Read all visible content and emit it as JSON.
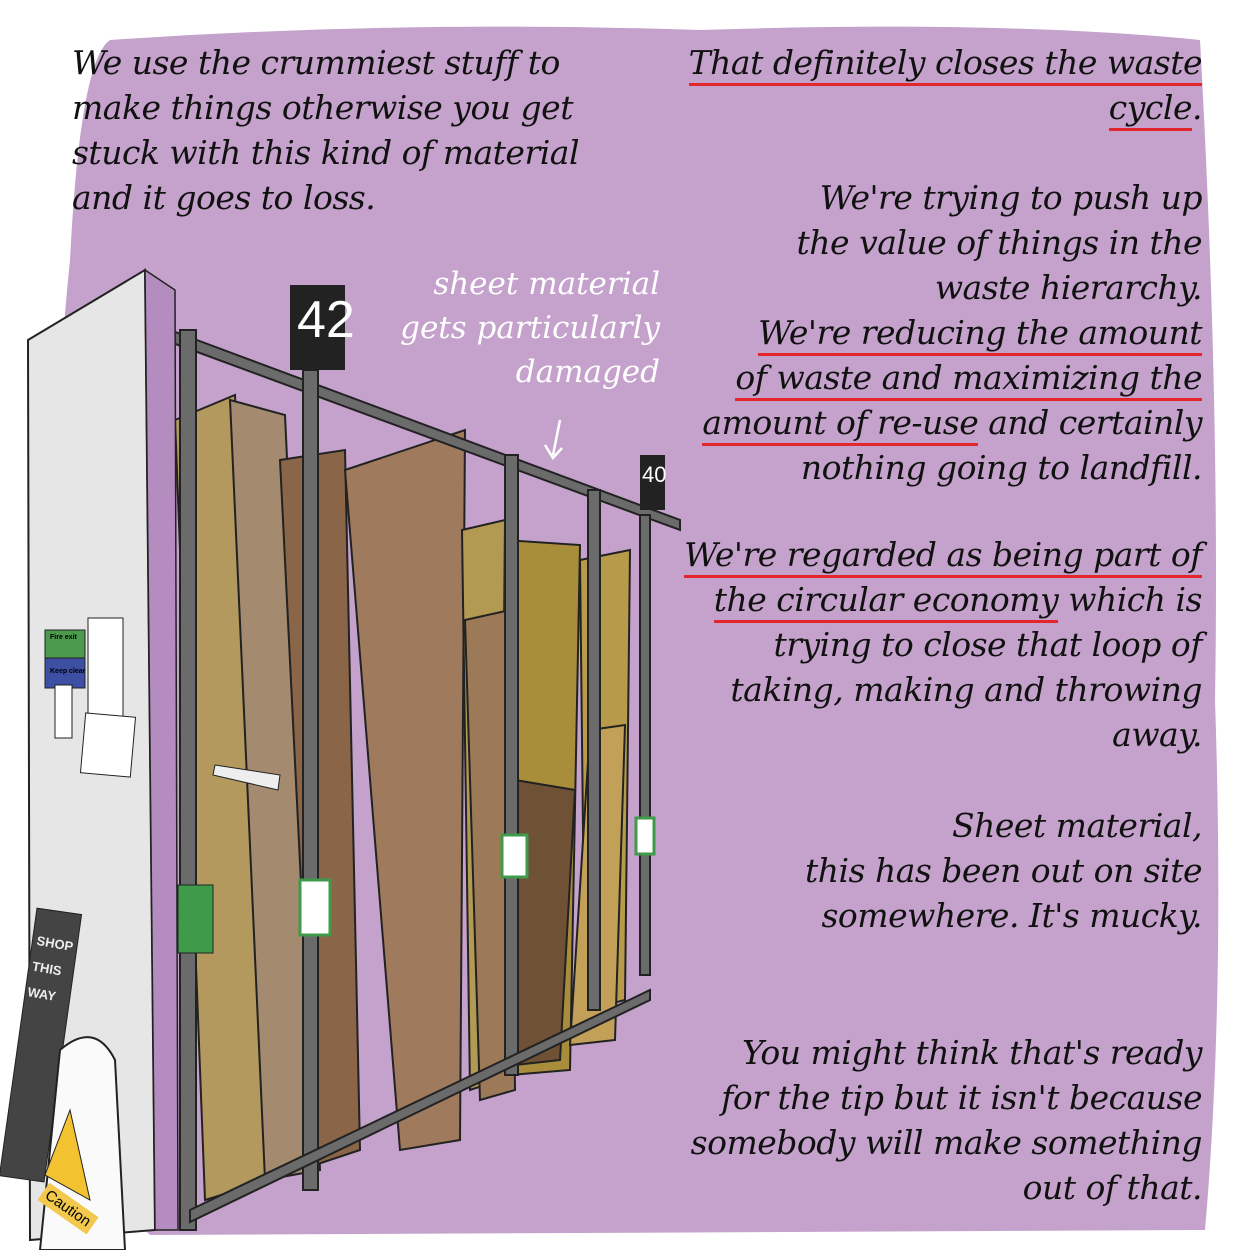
{
  "colors": {
    "background": "#c5a2cc",
    "underline": "#e3262b",
    "panel": "#e6e6e6",
    "rack": "#6b6b6b",
    "board_tan": "#b3995e",
    "board_brown": "#8a6547",
    "board_yellow": "#a88e3a"
  },
  "left_text": {
    "lines": [
      [
        {
          "t": "We use the crummiest stuff to",
          "u": false
        }
      ],
      [
        {
          "t": "make things otherwise you get",
          "u": false
        }
      ],
      [
        {
          "t": "stuck with this kind of material",
          "u": false
        }
      ],
      [
        {
          "t": "and it goes to loss.",
          "u": false
        }
      ]
    ]
  },
  "callout": {
    "lines": [
      "sheet material",
      "gets particularly",
      "damaged"
    ]
  },
  "right_blocks": [
    {
      "lines": [
        [
          {
            "t": "That definitely closes the waste",
            "u": true
          }
        ],
        [
          {
            "t": "cycle",
            "u": true
          },
          {
            "t": ".",
            "u": false
          }
        ]
      ]
    },
    {
      "lines": [
        [
          {
            "t": "We're trying to push up",
            "u": false
          }
        ],
        [
          {
            "t": "the value of things in the",
            "u": false
          }
        ],
        [
          {
            "t": "waste hierarchy.",
            "u": false
          }
        ],
        [
          {
            "t": "We're reducing the amount",
            "u": true
          }
        ],
        [
          {
            "t": "of waste and maximizing the",
            "u": true
          }
        ],
        [
          {
            "t": "amount of re-use",
            "u": true
          },
          {
            "t": " and certainly",
            "u": false
          }
        ],
        [
          {
            "t": "nothing going to landfill.",
            "u": false
          }
        ]
      ]
    },
    {
      "lines": [
        [
          {
            "t": "We're regarded as being part of",
            "u": true
          }
        ],
        [
          {
            "t": "the circular economy",
            "u": true
          },
          {
            "t": " which is",
            "u": false
          }
        ],
        [
          {
            "t": "trying to close that loop of",
            "u": false
          }
        ],
        [
          {
            "t": "taking, making and throwing",
            "u": false
          }
        ],
        [
          {
            "t": "away.",
            "u": false
          }
        ]
      ]
    },
    {
      "lines": [
        [
          {
            "t": "Sheet material,",
            "u": false
          }
        ],
        [
          {
            "t": "this has been out on site",
            "u": false
          }
        ],
        [
          {
            "t": "somewhere. It's mucky.",
            "u": false
          }
        ]
      ]
    },
    {
      "lines": [
        [
          {
            "t": "You might think that's ready",
            "u": false
          }
        ],
        [
          {
            "t": "for the tip but it isn't because",
            "u": false
          }
        ],
        [
          {
            "t": "somebody will make something",
            "u": false
          }
        ],
        [
          {
            "t": "out of that.",
            "u": false
          }
        ]
      ]
    }
  ],
  "rack_numbers": [
    "42",
    "40"
  ],
  "signs": {
    "fire_exit": "Fire exit",
    "keep_clear": "Keep clear",
    "shop": "SHOP THIS WAY",
    "caution": "Caution"
  }
}
